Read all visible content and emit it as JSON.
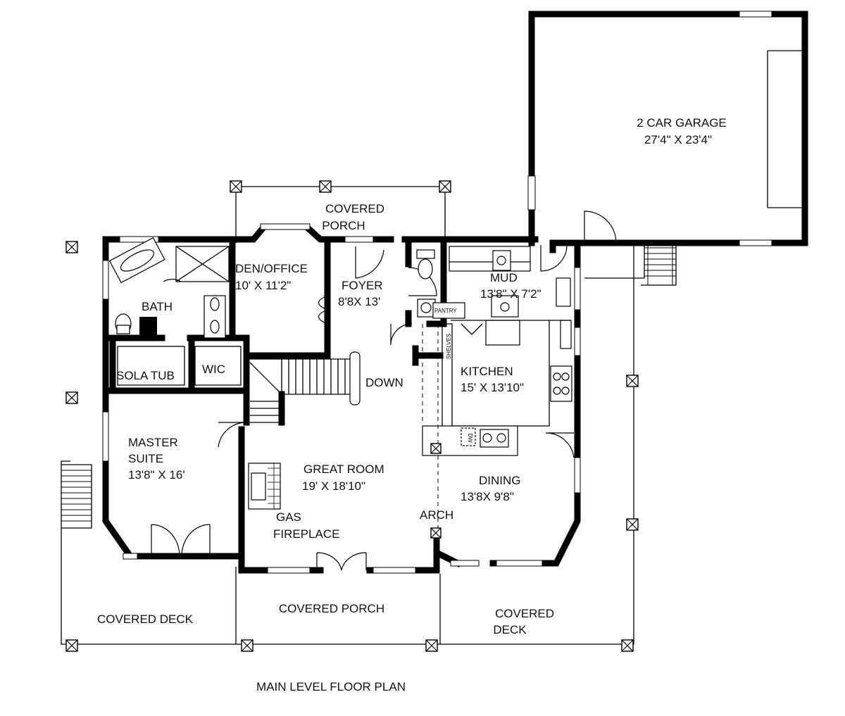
{
  "plan_title": "MAIN LEVEL FLOOR PLAN",
  "rooms": {
    "garage": {
      "name": "2 CAR GARAGE",
      "size": "27'4\" X 23'4\""
    },
    "covered_porch_top": {
      "line1": "COVERED",
      "line2": "PORCH"
    },
    "den_office": {
      "name": "DEN/OFFICE",
      "size": "10' X 11'2\""
    },
    "foyer": {
      "name": "FOYER",
      "size": "8'8X 13'"
    },
    "mud": {
      "name": "MUD",
      "size": "13'8\" X 7'2\""
    },
    "bath": {
      "name": "BATH"
    },
    "pantry": {
      "name": "PANTRY"
    },
    "shelves": {
      "name": "SHELVES"
    },
    "sola_tub": {
      "name": "SOLA TUB"
    },
    "wic": {
      "name": "WIC"
    },
    "down": {
      "name": "DOWN"
    },
    "kitchen": {
      "name": "KITCHEN",
      "size": "15' X 13'10\""
    },
    "master_suite": {
      "line1": "MASTER",
      "line2": "SUITE",
      "size": "13'8\" X 16'"
    },
    "great_room": {
      "name": "GREAT ROOM",
      "size": "19' X 18'10\""
    },
    "dining": {
      "name": "DINING",
      "size": "13'8X 9'8\""
    },
    "arch": {
      "name": "ARCH"
    },
    "gas_fireplace": {
      "line1": "GAS",
      "line2": "FIREPLACE"
    },
    "covered_deck_left": {
      "name": "COVERED DECK"
    },
    "covered_porch_bottom": {
      "name": "COVERED PORCH"
    },
    "covered_deck_right": {
      "line1": "COVERED",
      "line2": "DECK"
    },
    "dw": {
      "name": "DW"
    }
  }
}
